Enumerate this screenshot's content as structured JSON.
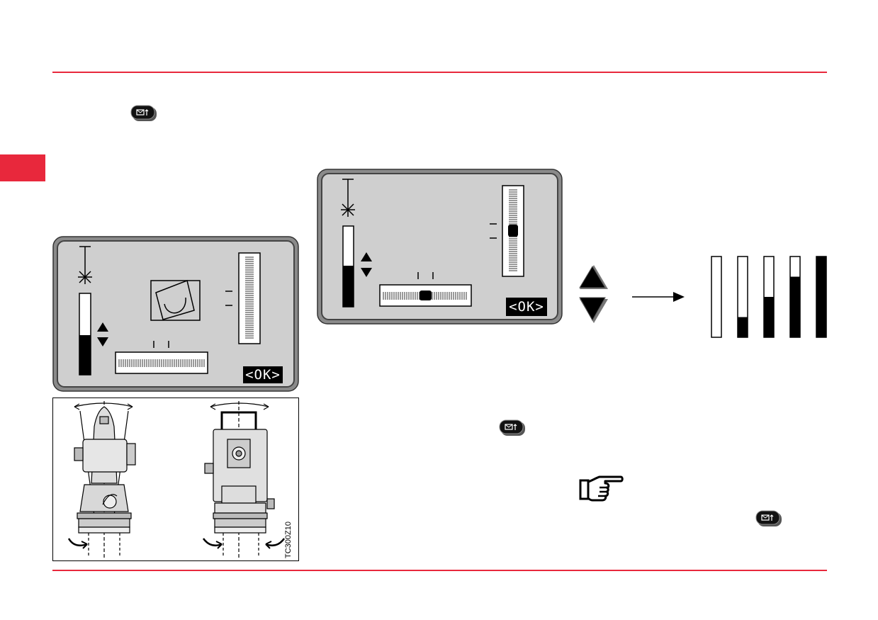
{
  "colors": {
    "accent": "#e8283c",
    "lcd_bg": "#c8c8c8",
    "lcd_frame": "#7a7a7a"
  },
  "left_display": {
    "softkey_label": "<OK>"
  },
  "right_display": {
    "softkey_label": "<OK>"
  },
  "figure": {
    "code": "TC300Z10"
  },
  "icons": {
    "top_key": "level-key-icon",
    "mid_key": "level-key-icon",
    "bottom_key": "level-key-icon",
    "note": "pointing-hand-icon",
    "up": "triangle-up-key-icon",
    "down": "triangle-down-key-icon",
    "arrow": "arrow-right-icon"
  },
  "brightness_levels": [
    0.0,
    0.25,
    0.5,
    0.75,
    1.0
  ]
}
